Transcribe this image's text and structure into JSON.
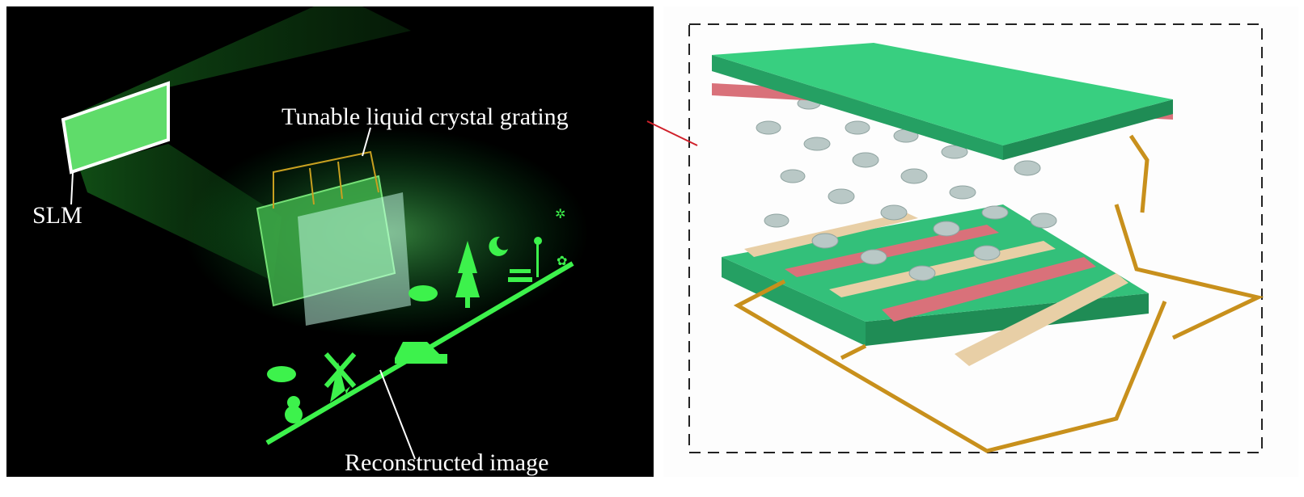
{
  "labels": {
    "slm": "SLM",
    "grating": "Tunable liquid crystal grating",
    "reconstructed": "Reconstructed image"
  },
  "colors": {
    "beam": "#1f8f2a",
    "glow": "#4cff5a",
    "substrate": "#2fbf73",
    "electrode_red": "#d9717a",
    "electrode_tan": "#e8cfa6",
    "wire": "#c8901c",
    "lc_molecule": "#b9c8c6"
  }
}
